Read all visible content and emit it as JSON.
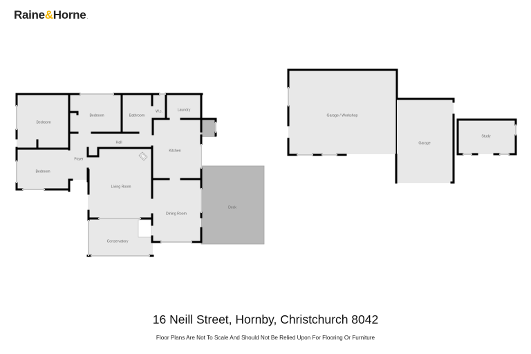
{
  "brand": {
    "name_part1": "Raine",
    "ampersand": "&",
    "name_part2": "Horne",
    "dot": ".",
    "text_color": "#222222",
    "accent_color": "#f2b500"
  },
  "floorplan": {
    "floor_fill": "#e8e8e8",
    "deck_fill": "#b8b8b8",
    "wall_color": "#000000",
    "window_color": "#cccccc",
    "house_rooms": [
      {
        "label": "Bedroom"
      },
      {
        "label": "Bedroom"
      },
      {
        "label": "Bathroom"
      },
      {
        "label": "W.c."
      },
      {
        "label": "Laundry"
      },
      {
        "label": "Hall"
      },
      {
        "label": "Bedroom"
      },
      {
        "label": "Foyer"
      },
      {
        "label": "Kitchen"
      },
      {
        "label": "Living Room"
      },
      {
        "label": "Dining Room"
      },
      {
        "label": "Conservatory"
      },
      {
        "label": "Deck"
      }
    ],
    "outbuildings": [
      {
        "label": "Garage / Workshop"
      },
      {
        "label": "Garage"
      },
      {
        "label": "Study"
      }
    ]
  },
  "footer": {
    "address": "16 Neill Street, Hornby, Christchurch 8042",
    "disclaimer": "Floor Plans Are Not To Scale And Should Not Be Relied Upon For Flooring Or Furniture"
  }
}
